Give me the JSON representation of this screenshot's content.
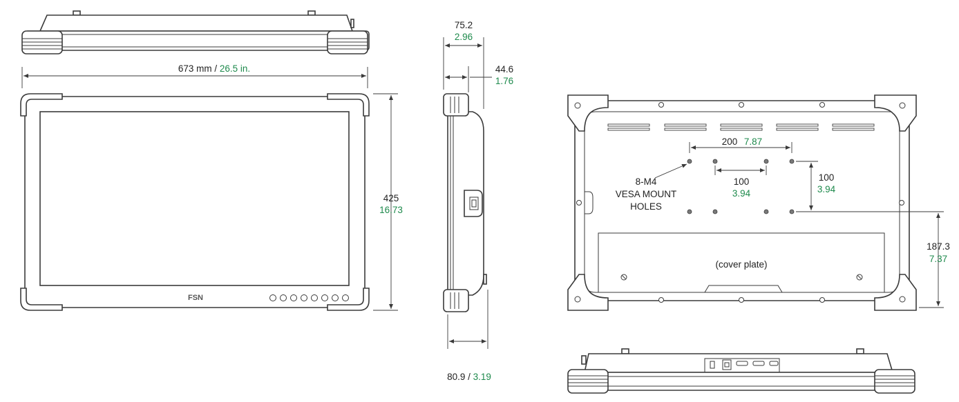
{
  "width_dim": {
    "mm": "673 mm",
    "sep": " / ",
    "in": "26.5 in."
  },
  "height_dim": {
    "mm": "425",
    "in": "16.73"
  },
  "depth_top": {
    "mm": "75.2",
    "in": "2.96"
  },
  "depth_mid": {
    "mm": "44.6",
    "in": "1.76"
  },
  "depth_bottom": {
    "mm": "80.9",
    "sep": " / ",
    "in": "3.19"
  },
  "vesa_h_dim": {
    "mm": "200",
    "in": "7.87"
  },
  "vesa_inner_dim": {
    "mm": "100",
    "in": "3.94"
  },
  "vesa_v_dim": {
    "mm": "100",
    "in": "3.94"
  },
  "bottom_offset_dim": {
    "mm": "187.3",
    "in": "7.37"
  },
  "vesa_label": {
    "line1": "8-M4",
    "line2": "VESA MOUNT",
    "line3": "HOLES"
  },
  "cover_plate_label": "(cover plate)",
  "logo": "FSN",
  "colors": {
    "line": "#3a3a3a",
    "inch_text": "#1e8a4c",
    "mm_text": "#222222"
  }
}
